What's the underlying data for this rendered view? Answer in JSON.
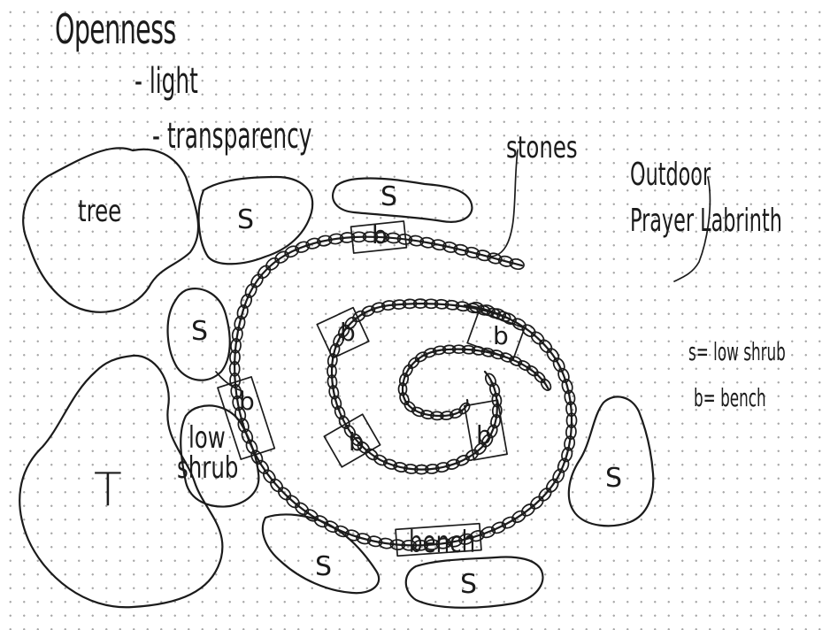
{
  "notes": {
    "title": "Openness",
    "item1": "- light",
    "item2": "- transparency"
  },
  "plan_title": {
    "line1": "Outdoor",
    "line2": "Prayer Labrinth"
  },
  "legend": {
    "shrub": "s= low shrub",
    "bench": "b= bench"
  },
  "labels": {
    "tree": "tree",
    "stones": "stones",
    "low": "low",
    "shrub": "shrub",
    "T": "T",
    "s": "S",
    "b": "b",
    "bench": "bench"
  }
}
